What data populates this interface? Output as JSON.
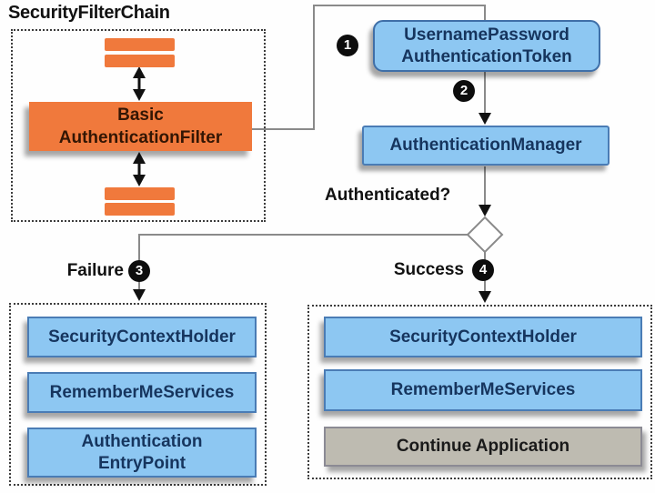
{
  "title": "SecurityFilterChain",
  "chain": {
    "filter_line1": "Basic",
    "filter_line2": "AuthenticationFilter"
  },
  "flow": {
    "step1": "1",
    "token_line1": "UsernamePassword",
    "token_line2": "AuthenticationToken",
    "step2": "2",
    "manager": "AuthenticationManager",
    "decision": "Authenticated?"
  },
  "failure": {
    "label": "Failure",
    "step": "3",
    "box1": "SecurityContextHolder",
    "box2": "RememberMeServices",
    "box3_line1": "Authentication",
    "box3_line2": "EntryPoint"
  },
  "success": {
    "label": "Success",
    "step": "4",
    "box1": "SecurityContextHolder",
    "box2": "RememberMeServices",
    "box3": "Continue Application"
  },
  "colors": {
    "orange": "#F0793C",
    "blue_fill": "#8DC7F2",
    "blue_border": "#4A7CB5",
    "navy_text": "#16355E",
    "gray_fill": "#BEBBB1",
    "gray_border": "#8B8A94",
    "connector_gray": "#8a8a8a",
    "arrow_black": "#111111"
  }
}
